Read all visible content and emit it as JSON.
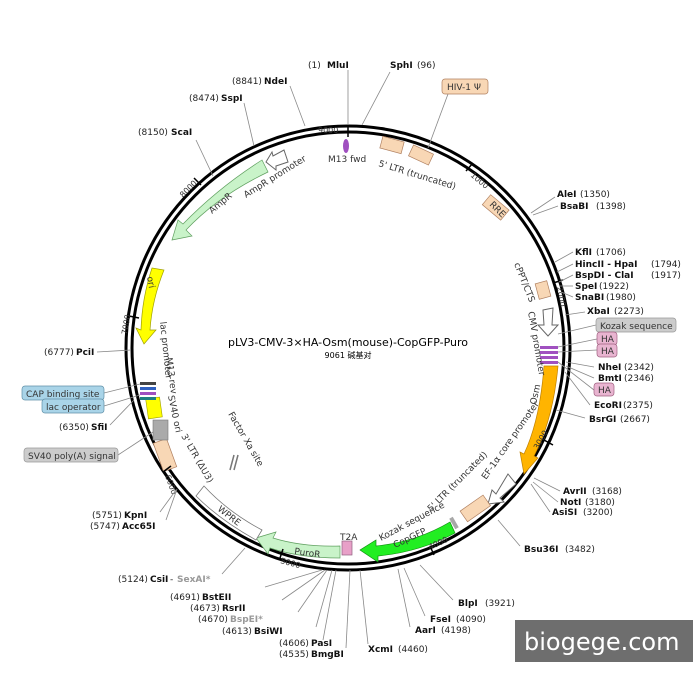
{
  "plasmid": {
    "name": "pLV3-CMV-3×HA-Osm(mouse)-CopGFP-Puro",
    "size_label": "9061 碱基对",
    "total_bp": 9061
  },
  "ticks": [
    {
      "bp": 1000,
      "label": "1000"
    },
    {
      "bp": 2000,
      "label": "2000"
    },
    {
      "bp": 3000,
      "label": "3000"
    },
    {
      "bp": 4000,
      "label": "4000"
    },
    {
      "bp": 5000,
      "label": "5000"
    },
    {
      "bp": 6000,
      "label": "6000"
    },
    {
      "bp": 7000,
      "label": "7000"
    },
    {
      "bp": 8000,
      "label": "8000"
    },
    {
      "bp": 9000,
      "label": "9000"
    }
  ],
  "sites": [
    {
      "name": "MluI",
      "pos": "(1)",
      "grey": false
    },
    {
      "name": "SphI",
      "pos": "(96)",
      "grey": false
    },
    {
      "name": "AleI",
      "pos": "(1350)",
      "grey": false
    },
    {
      "name": "BsaBI",
      "pos": "(1398)",
      "grey": false
    },
    {
      "name": "KflI",
      "pos": "(1706)",
      "grey": false
    },
    {
      "name": "HincII - HpaI",
      "pos": "(1794)",
      "grey": false
    },
    {
      "name": "BspDI - ClaI",
      "pos": "(1917)",
      "grey": false
    },
    {
      "name": "SpeI",
      "pos": "(1922)",
      "grey": false
    },
    {
      "name": "SnaBI",
      "pos": "(1980)",
      "grey": false
    },
    {
      "name": "XbaI",
      "pos": "(2273)",
      "grey": false
    },
    {
      "name": "NheI",
      "pos": "(2342)",
      "grey": false
    },
    {
      "name": "BmtI",
      "pos": "(2346)",
      "grey": false
    },
    {
      "name": "EcoRI",
      "pos": "(2375)",
      "grey": false
    },
    {
      "name": "BsrGI",
      "pos": "(2667)",
      "grey": false
    },
    {
      "name": "AvrII",
      "pos": "(3168)",
      "grey": false
    },
    {
      "name": "NotI",
      "pos": "(3180)",
      "grey": false
    },
    {
      "name": "AsiSI",
      "pos": "(3200)",
      "grey": false
    },
    {
      "name": "Bsu36I",
      "pos": "(3482)",
      "grey": false
    },
    {
      "name": "BlpI",
      "pos": "(3921)",
      "grey": false
    },
    {
      "name": "FseI",
      "pos": "(4090)",
      "grey": false
    },
    {
      "name": "AarI",
      "pos": "(4198)",
      "grey": false
    },
    {
      "name": "XcmI",
      "pos": "(4460)",
      "grey": false
    },
    {
      "name": "BmgBI",
      "pos": "(4535)",
      "grey": false
    },
    {
      "name": "PasI",
      "pos": "(4606)",
      "grey": false
    },
    {
      "name": "BsiWI",
      "pos": "(4613)",
      "grey": false
    },
    {
      "name": "BspEI*",
      "pos": "(4670)",
      "grey": true
    },
    {
      "name": "RsrII",
      "pos": "(4673)",
      "grey": false
    },
    {
      "name": "BstEII",
      "pos": "(4691)",
      "grey": false
    },
    {
      "name": "CsiI",
      "pos": "(5124)",
      "grey": false
    },
    {
      "name": "SexAI*",
      "pos": "",
      "grey": true
    },
    {
      "name": "Acc65I",
      "pos": "(5747)",
      "grey": false
    },
    {
      "name": "KpnI",
      "pos": "(5751)",
      "grey": false
    },
    {
      "name": "SfiI",
      "pos": "(6350)",
      "grey": false
    },
    {
      "name": "PciI",
      "pos": "(6777)",
      "grey": false
    },
    {
      "name": "ScaI",
      "pos": "(8150)",
      "grey": false
    },
    {
      "name": "SspI",
      "pos": "(8474)",
      "grey": false
    },
    {
      "name": "NdeI",
      "pos": "(8841)",
      "grey": false
    }
  ],
  "features": [
    {
      "label": "M13 fwd"
    },
    {
      "label": "5' LTR (truncated)"
    },
    {
      "label": "RRE"
    },
    {
      "label": "cPPT/CTS"
    },
    {
      "label": "CMV promoter"
    },
    {
      "label": "Osm"
    },
    {
      "label": "EF-1α core promoter"
    },
    {
      "label": "5' LTR (truncated)"
    },
    {
      "label": "Kozak sequence"
    },
    {
      "label": "CopGFP"
    },
    {
      "label": "T2A"
    },
    {
      "label": "PuroR"
    },
    {
      "label": "WPRE"
    },
    {
      "label": "3' LTR (ΔU3)"
    },
    {
      "label": "Factor Xa site"
    },
    {
      "label": "SV40 ori"
    },
    {
      "label": "M13 rev"
    },
    {
      "label": "lac promoter"
    },
    {
      "label": "ori"
    },
    {
      "label": "AmpR"
    },
    {
      "label": "AmpR promoter"
    }
  ],
  "boxed_labels": [
    {
      "label": "HIV-1 Ψ"
    },
    {
      "label": "Kozak sequence"
    },
    {
      "label": "HA"
    },
    {
      "label": "HA"
    },
    {
      "label": "HA"
    },
    {
      "label": "CAP binding site"
    },
    {
      "label": "lac operator"
    },
    {
      "label": "SV40 poly(A) signal"
    }
  ],
  "watermark": "biogege.com",
  "colors": {
    "ltr": "#f8d7b5",
    "ampr": "#c9f3c9",
    "ori": "#ffff00",
    "osm": "#ffb400",
    "copgfp": "#22ee22",
    "puror": "#c9f3c9",
    "purple": "#a050c0",
    "pink": "#e8b4d0",
    "grey": "#aaaaaa",
    "kozak_box": "#cccccc",
    "cap_box": "#a9d4e8"
  }
}
